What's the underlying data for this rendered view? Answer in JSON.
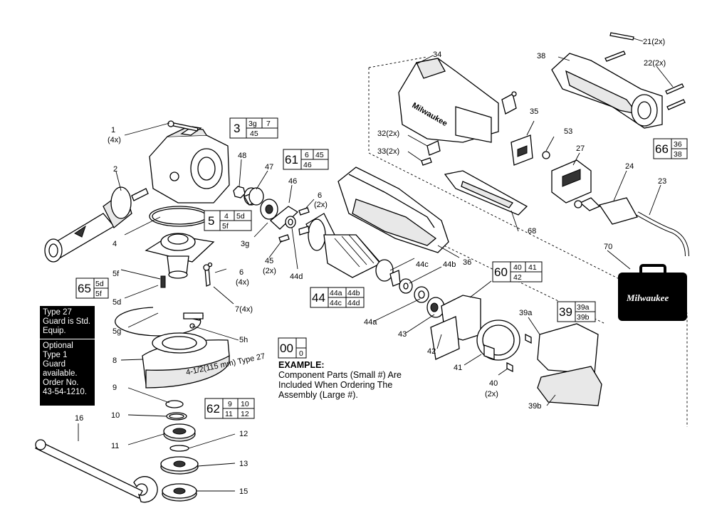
{
  "note": {
    "standard": "Type 27 Guard is Std. Equip.",
    "optional": "Optional Type 1 Guard available. Order No. 43-54-1210."
  },
  "example": {
    "heading": "EXAMPLE:",
    "text": "Component Parts (Small #) Are Included When Ordering The Assembly (Large #).",
    "box_big": "00",
    "box_small": "0"
  },
  "brand": "Milwaukee",
  "guard_marking": "4-1/2(115 mm) Type 27",
  "assemblies": [
    {
      "id": "3",
      "parts": [
        "3g",
        "7",
        "45"
      ]
    },
    {
      "id": "5",
      "parts": [
        "4",
        "5d",
        "5f"
      ]
    },
    {
      "id": "61",
      "parts": [
        "6",
        "45",
        "46"
      ]
    },
    {
      "id": "65",
      "parts": [
        "5d",
        "5f"
      ]
    },
    {
      "id": "62",
      "parts": [
        "9",
        "10",
        "11",
        "12"
      ]
    },
    {
      "id": "44",
      "parts": [
        "44a",
        "44b",
        "44c",
        "44d"
      ]
    },
    {
      "id": "60",
      "parts": [
        "40",
        "41",
        "42"
      ]
    },
    {
      "id": "39",
      "parts": [
        "39a",
        "39b"
      ]
    },
    {
      "id": "66",
      "parts": [
        "36",
        "38"
      ]
    }
  ],
  "callouts": [
    "1",
    "(4x)",
    "2",
    "4",
    "5f",
    "5d",
    "5g",
    "5h",
    "6",
    "(4x)",
    "7(4x)",
    "8",
    "9",
    "10",
    "11",
    "12",
    "13",
    "15",
    "16",
    "47",
    "48",
    "46",
    "6",
    "(2x)",
    "3g",
    "45",
    "(2x)",
    "44d",
    "44c",
    "44b",
    "44a",
    "43",
    "42",
    "41",
    "40",
    "(2x)",
    "39a",
    "39b",
    "36",
    "34",
    "32(2x)",
    "33(2x)",
    "35",
    "53",
    "27",
    "68",
    "38",
    "21(2x)",
    "22(2x)",
    "24",
    "23",
    "70"
  ]
}
